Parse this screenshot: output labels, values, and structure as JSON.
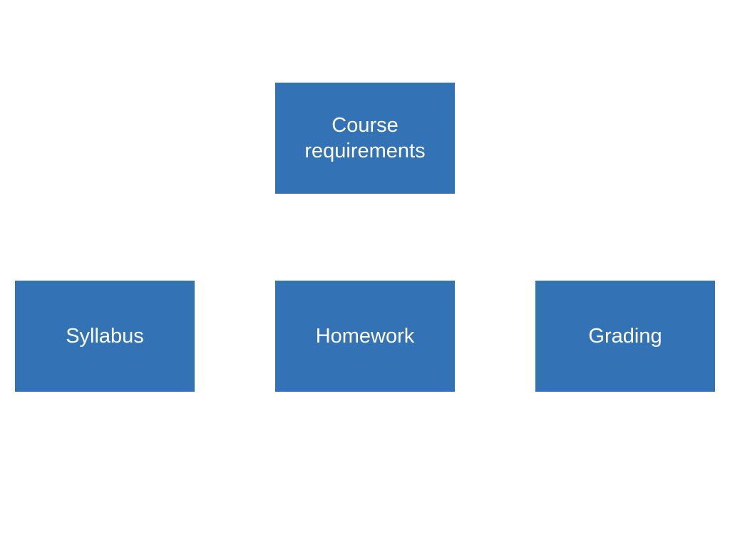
{
  "colors": {
    "box_fill": "#3372B5",
    "box_text": "#FFFFFF",
    "background": "#FFFFFF"
  },
  "diagram": {
    "root": {
      "label": "Course requirements"
    },
    "children": [
      {
        "label": "Syllabus"
      },
      {
        "label": "Homework"
      },
      {
        "label": "Grading"
      }
    ]
  }
}
